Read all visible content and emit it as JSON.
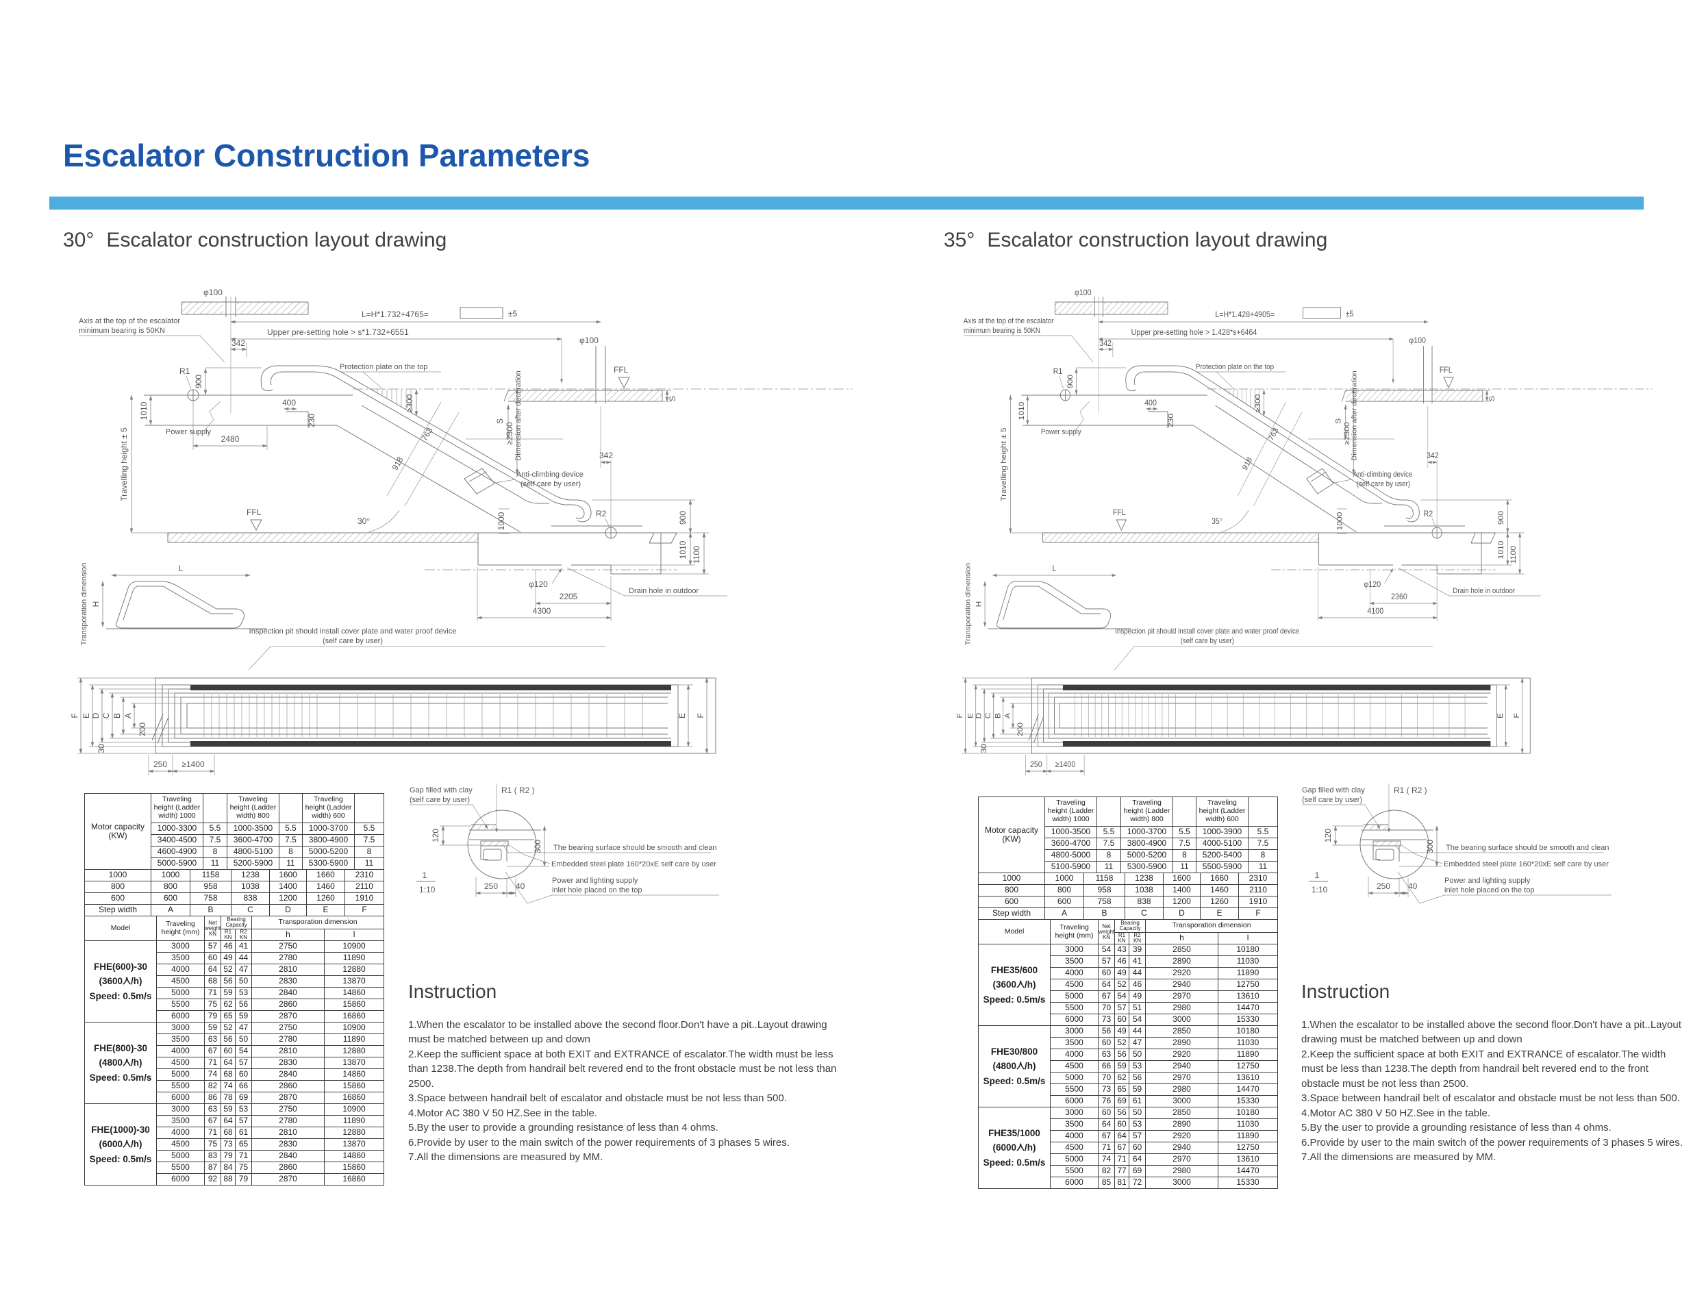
{
  "title": "Escalator Construction Parameters",
  "accent_colors": {
    "title_blue": "#1c57ab",
    "bar_blue": "#4cadde"
  },
  "shared": {
    "heading_text": "Escalator construction layout drawing",
    "phi100": "φ100",
    "axis_note_1": "Axis at the top of the  escalator",
    "axis_note_2": "minimum bearing is 50KN",
    "plus_minus": "±5",
    "dim_342": "342",
    "r1": "R1",
    "r2": "R2",
    "dim_900": "900",
    "dim_1010": "1010",
    "dim_1100": "1100",
    "dim_1000": "1000",
    "power_supply": "Power supply",
    "travelling_height": "Travelling height ± 5",
    "protection_plate": "Protection plate on the top",
    "dim_400": "400",
    "dim_230": "230",
    "dim_ge300": "≥300",
    "dim_763": "763",
    "dim_918": "918",
    "dim_ge2300": "≥2300",
    "ffl": "FFL",
    "s": "S",
    "dim_after_deco": "Dimension after decoration",
    "anti_climb_1": "Anti-climbing device",
    "anti_climb_2": "(self care by user)",
    "phi120": "φ120",
    "drain_hole": "Drain hole in outdoor",
    "transport_dim": "Transporation dimension",
    "dim_L": "L",
    "dim_H": "H",
    "inspection_1": "Inspection pit should install cover plate and water proof device",
    "inspection_2": "(self care by user)",
    "plan_A": "A",
    "plan_B": "B",
    "plan_C": "C",
    "plan_D": "D",
    "plan_E": "E",
    "plan_F": "F",
    "dim_30": "30",
    "dim_200": "200",
    "dim_250": "250",
    "dim_ge1400": "≥1400"
  },
  "sides": {
    "left": {
      "heading_angle": "30°",
      "angle": "30°",
      "formula_L": "L=H*1.732+4765=",
      "presetting": "Upper pre-setting hole > s*1.732+6551",
      "pit_inner": "2205",
      "pit_outer": "4300",
      "upper_run": "2480"
    },
    "right": {
      "heading_angle": "35°",
      "angle": "35°",
      "formula_L": "L=H*1.428+4905=",
      "presetting": "Upper pre-setting hole > 1.428*s+6464",
      "pit_inner": "2360",
      "pit_outer": "4100",
      "upper_run": ""
    }
  },
  "detail": {
    "title": "R1 ( R2 )",
    "gap_1": "Gap filled with clay",
    "gap_2": "(self care by user)",
    "d120": "120",
    "d300": "300",
    "bearing": "The bearing surface should be smooth and clean",
    "embedded": "Embedded steel plate 160*20xE self care by user",
    "power_1": "Power and lighting supply",
    "power_2": "inlet hole placed on the top",
    "scale_num": "1",
    "scale": "1:10",
    "d250": "250",
    "d40": "40"
  },
  "tables": {
    "left": {
      "motor_label_1": "Motor capacity",
      "motor_label_2": "(KW)",
      "col_headers": [
        "Traveling height (Ladder width) 1000",
        "Traveling height (Ladder width) 800",
        "Traveling height (Ladder width) 600"
      ],
      "motor_rows": [
        [
          "1000-3300",
          "5.5",
          "1000-3500",
          "5.5",
          "1000-3700",
          "5.5"
        ],
        [
          "3400-4500",
          "7.5",
          "3600-4700",
          "7.5",
          "3800-4900",
          "7.5"
        ],
        [
          "4600-4900",
          "8",
          "4800-5100",
          "8",
          "5000-5200",
          "8"
        ],
        [
          "5000-5900",
          "11",
          "5200-5900",
          "11",
          "5300-5900",
          "11"
        ]
      ],
      "width_rows": [
        [
          "1000",
          "1000",
          "1158",
          "1238",
          "1600",
          "1660",
          "2310"
        ],
        [
          "800",
          "800",
          "958",
          "1038",
          "1400",
          "1460",
          "2110"
        ],
        [
          "600",
          "600",
          "758",
          "838",
          "1200",
          "1260",
          "1910"
        ],
        [
          "Step width",
          "A",
          "B",
          "C",
          "D",
          "E",
          "F"
        ]
      ],
      "model_header": {
        "model": "Model",
        "traveling": "Traveling height (mm)",
        "net": "Net weight KN",
        "bearing": "Bearing Capacity",
        "r1": "R1 KN",
        "r2": "R2 KN",
        "transport": "Transporation dimension",
        "h": "h",
        "l": "l"
      },
      "models": [
        {
          "name": [
            "FHE(600)-30",
            "(3600人/h)",
            "Speed: 0.5m/s"
          ],
          "rows": [
            [
              "3000",
              "57",
              "46",
              "41",
              "2750",
              "10900"
            ],
            [
              "3500",
              "60",
              "49",
              "44",
              "2780",
              "11890"
            ],
            [
              "4000",
              "64",
              "52",
              "47",
              "2810",
              "12880"
            ],
            [
              "4500",
              "68",
              "56",
              "50",
              "2830",
              "13870"
            ],
            [
              "5000",
              "71",
              "59",
              "53",
              "2840",
              "14860"
            ],
            [
              "5500",
              "75",
              "62",
              "56",
              "2860",
              "15860"
            ],
            [
              "6000",
              "79",
              "65",
              "59",
              "2870",
              "16860"
            ]
          ]
        },
        {
          "name": [
            "FHE(800)-30",
            "(4800人/h)",
            "Speed: 0.5m/s"
          ],
          "rows": [
            [
              "3000",
              "59",
              "52",
              "47",
              "2750",
              "10900"
            ],
            [
              "3500",
              "63",
              "56",
              "50",
              "2780",
              "11890"
            ],
            [
              "4000",
              "67",
              "60",
              "54",
              "2810",
              "12880"
            ],
            [
              "4500",
              "71",
              "64",
              "57",
              "2830",
              "13870"
            ],
            [
              "5000",
              "74",
              "68",
              "60",
              "2840",
              "14860"
            ],
            [
              "5500",
              "82",
              "74",
              "66",
              "2860",
              "15860"
            ],
            [
              "6000",
              "86",
              "78",
              "69",
              "2870",
              "16860"
            ]
          ]
        },
        {
          "name": [
            "FHE(1000)-30",
            "(6000人/h)",
            "Speed: 0.5m/s"
          ],
          "rows": [
            [
              "3000",
              "63",
              "59",
              "53",
              "2750",
              "10900"
            ],
            [
              "3500",
              "67",
              "64",
              "57",
              "2780",
              "11890"
            ],
            [
              "4000",
              "71",
              "68",
              "61",
              "2810",
              "12880"
            ],
            [
              "4500",
              "75",
              "73",
              "65",
              "2830",
              "13870"
            ],
            [
              "5000",
              "83",
              "79",
              "71",
              "2840",
              "14860"
            ],
            [
              "5500",
              "87",
              "84",
              "75",
              "2860",
              "15860"
            ],
            [
              "6000",
              "92",
              "88",
              "79",
              "2870",
              "16860"
            ]
          ]
        }
      ]
    },
    "right": {
      "motor_label_1": "Motor capacity",
      "motor_label_2": "(KW)",
      "col_headers": [
        "Traveling height (Ladder width) 1000",
        "Traveling height (Ladder width) 800",
        "Traveling height (Ladder width) 600"
      ],
      "motor_rows": [
        [
          "1000-3500",
          "5.5",
          "1000-3700",
          "5.5",
          "1000-3900",
          "5.5"
        ],
        [
          "3600-4700",
          "7.5",
          "3800-4900",
          "7.5",
          "4000-5100",
          "7.5"
        ],
        [
          "4800-5000",
          "8",
          "5000-5200",
          "8",
          "5200-5400",
          "8"
        ],
        [
          "5100-5900",
          "11",
          "5300-5900",
          "11",
          "5500-5900",
          "11"
        ]
      ],
      "width_rows": [
        [
          "1000",
          "1000",
          "1158",
          "1238",
          "1600",
          "1660",
          "2310"
        ],
        [
          "800",
          "800",
          "958",
          "1038",
          "1400",
          "1460",
          "2110"
        ],
        [
          "600",
          "600",
          "758",
          "838",
          "1200",
          "1260",
          "1910"
        ],
        [
          "Step width",
          "A",
          "B",
          "C",
          "D",
          "E",
          "F"
        ]
      ],
      "model_header": {
        "model": "Model",
        "traveling": "Traveling height (mm)",
        "net": "Net weight KN",
        "bearing": "Bearing Capacity",
        "r1": "R1 KN",
        "r2": "R2 KN",
        "transport": "Transporation dimension",
        "h": "h",
        "l": "l"
      },
      "models": [
        {
          "name": [
            "FHE35/600",
            "(3600人/h)",
            "Speed: 0.5m/s"
          ],
          "rows": [
            [
              "3000",
              "54",
              "43",
              "39",
              "2850",
              "10180"
            ],
            [
              "3500",
              "57",
              "46",
              "41",
              "2890",
              "11030"
            ],
            [
              "4000",
              "60",
              "49",
              "44",
              "2920",
              "11890"
            ],
            [
              "4500",
              "64",
              "52",
              "46",
              "2940",
              "12750"
            ],
            [
              "5000",
              "67",
              "54",
              "49",
              "2970",
              "13610"
            ],
            [
              "5500",
              "70",
              "57",
              "51",
              "2980",
              "14470"
            ],
            [
              "6000",
              "73",
              "60",
              "54",
              "3000",
              "15330"
            ]
          ]
        },
        {
          "name": [
            "FHE30/800",
            "(4800人/h)",
            "Speed: 0.5m/s"
          ],
          "rows": [
            [
              "3000",
              "56",
              "49",
              "44",
              "2850",
              "10180"
            ],
            [
              "3500",
              "60",
              "52",
              "47",
              "2890",
              "11030"
            ],
            [
              "4000",
              "63",
              "56",
              "50",
              "2920",
              "11890"
            ],
            [
              "4500",
              "66",
              "59",
              "53",
              "2940",
              "12750"
            ],
            [
              "5000",
              "70",
              "62",
              "56",
              "2970",
              "13610"
            ],
            [
              "5500",
              "73",
              "65",
              "59",
              "2980",
              "14470"
            ],
            [
              "6000",
              "76",
              "69",
              "61",
              "3000",
              "15330"
            ]
          ]
        },
        {
          "name": [
            "FHE35/1000",
            "(6000人/h)",
            "Speed: 0.5m/s"
          ],
          "rows": [
            [
              "3000",
              "60",
              "56",
              "50",
              "2850",
              "10180"
            ],
            [
              "3500",
              "64",
              "60",
              "53",
              "2890",
              "11030"
            ],
            [
              "4000",
              "67",
              "64",
              "57",
              "2920",
              "11890"
            ],
            [
              "4500",
              "71",
              "67",
              "60",
              "2940",
              "12750"
            ],
            [
              "5000",
              "74",
              "71",
              "64",
              "2970",
              "13610"
            ],
            [
              "5500",
              "82",
              "77",
              "69",
              "2980",
              "14470"
            ],
            [
              "6000",
              "85",
              "81",
              "72",
              "3000",
              "15330"
            ]
          ]
        }
      ]
    }
  },
  "instruction": {
    "heading": "Instruction",
    "items": [
      "1.When the escalator to be installed above the second floor.Don't have  a pit..Layout drawing must be matched between up and down",
      "2.Keep the sufficient space at both EXIT and EXTRANCE of escalator.The width must be less than 1238.The depth from handrail belt revered end to the front obstacle must be not less than 2500.",
      "3.Space between handrail belt of escalator and obstacle must be not less than 500.",
      "4.Motor AC 380 V 50 HZ.See in the table.",
      "5.By the user to provide a grounding resistance of less than 4 ohms.",
      "6.Provide by user to the main switch of the power requirements of 3 phases 5 wires.",
      "7.All the dimensions are measured by MM."
    ]
  }
}
